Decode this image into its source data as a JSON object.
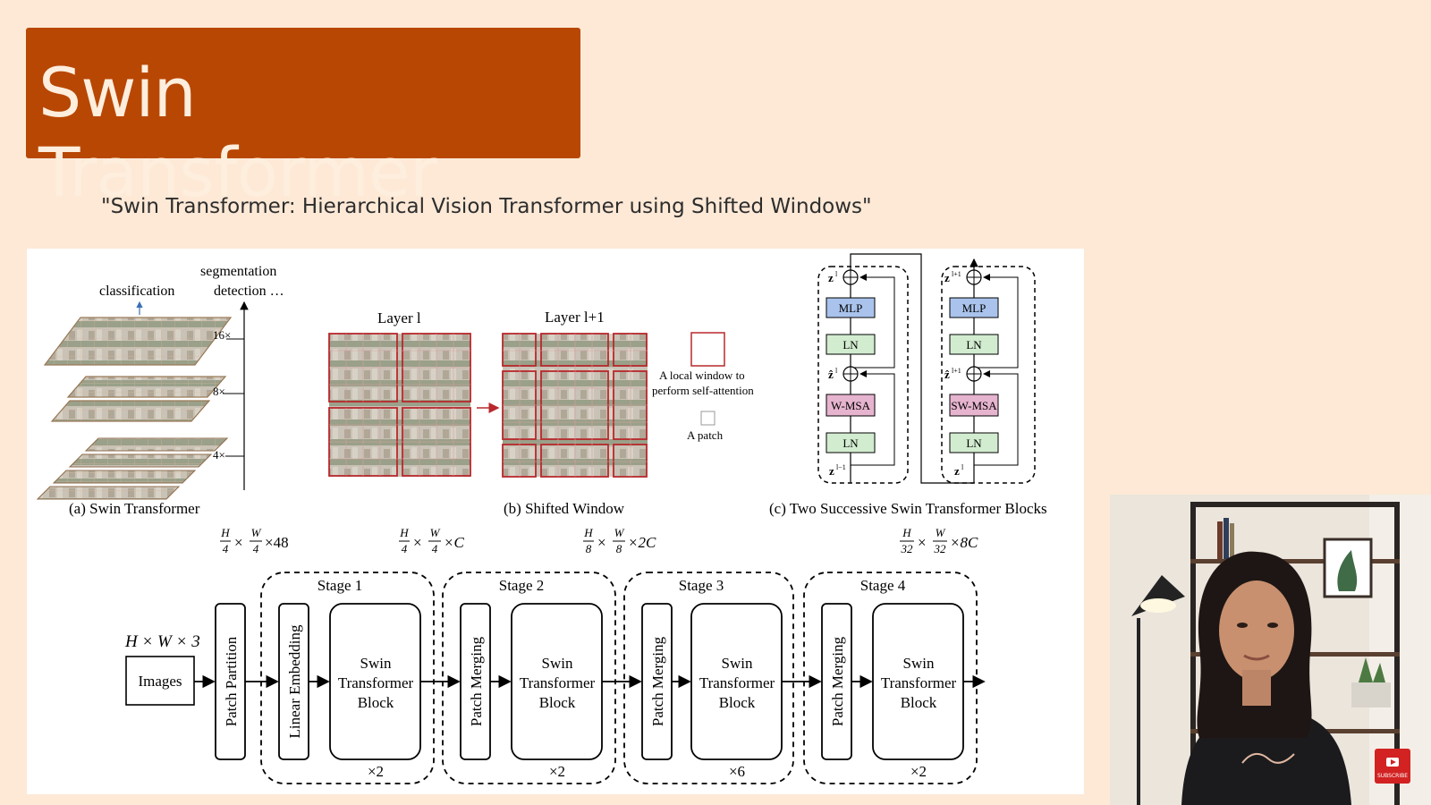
{
  "slide": {
    "title": "Swin Transformer",
    "subtitle": "\"Swin Transformer: Hierarchical Vision Transformer using Shifted Windows\""
  },
  "figure_top": {
    "a": {
      "top_label_classification": "classification",
      "top_label_segmentation": "segmentation",
      "top_label_detection": "detection …",
      "scale_16": "16×",
      "scale_8": "8×",
      "scale_4": "4×",
      "caption": "(a) Swin Transformer"
    },
    "b": {
      "layer_l": "Layer l",
      "layer_l1": "Layer l+1",
      "legend_window_1": "A local window to",
      "legend_window_2": "perform self-attention",
      "legend_patch": "A patch",
      "caption": "(b) Shifted Window"
    },
    "c": {
      "left_block": {
        "mlp": "MLP",
        "ln_top": "LN",
        "msa": "W-MSA",
        "ln_bottom": "LN",
        "z_out": "z",
        "z_out_sup": "l",
        "z_mid": "ẑ",
        "z_mid_sup": "l",
        "z_in": "z",
        "z_in_sup": "l−1"
      },
      "right_block": {
        "mlp": "MLP",
        "ln_top": "LN",
        "msa": "SW-MSA",
        "ln_bottom": "LN",
        "z_out": "z",
        "z_out_sup": "l+1",
        "z_mid": "ẑ",
        "z_mid_sup": "l+1",
        "z_in": "z",
        "z_in_sup": "l"
      },
      "caption": "(c) Two Successive Swin Transformer Blocks"
    }
  },
  "pipeline": {
    "input_dims": "H × W × 3",
    "images": "Images",
    "patch_partition": "Patch Partition",
    "dims": [
      {
        "h": "H",
        "hd": "4",
        "w": "W",
        "wd": "4",
        "c": "×48"
      },
      {
        "h": "H",
        "hd": "4",
        "w": "W",
        "wd": "4",
        "c": "×C"
      },
      {
        "h": "H",
        "hd": "8",
        "w": "W",
        "wd": "8",
        "c": "×2C"
      },
      {
        "h": "H",
        "hd": "32",
        "w": "W",
        "wd": "32",
        "c": "×8C"
      }
    ],
    "stages": [
      {
        "name": "Stage 1",
        "first_op": "Linear Embedding",
        "block_1": "Swin",
        "block_2": "Transformer",
        "block_3": "Block",
        "repeat": "×2"
      },
      {
        "name": "Stage 2",
        "first_op": "Patch Merging",
        "block_1": "Swin",
        "block_2": "Transformer",
        "block_3": "Block",
        "repeat": "×2"
      },
      {
        "name": "Stage 3",
        "first_op": "Patch Merging",
        "block_1": "Swin",
        "block_2": "Transformer",
        "block_3": "Block",
        "repeat": "×6"
      },
      {
        "name": "Stage 4",
        "first_op": "Patch Merging",
        "block_1": "Swin",
        "block_2": "Transformer",
        "block_3": "Block",
        "repeat": "×2"
      }
    ]
  },
  "youtube": {
    "label": "SUBSCRIBE"
  },
  "colors": {
    "banner": "#b84703",
    "background": "#fde9d6",
    "mlp": "#a9c3ec",
    "ln": "#d2ecd0",
    "msa": "#e6b4cf",
    "window_red": "#b8282c"
  }
}
